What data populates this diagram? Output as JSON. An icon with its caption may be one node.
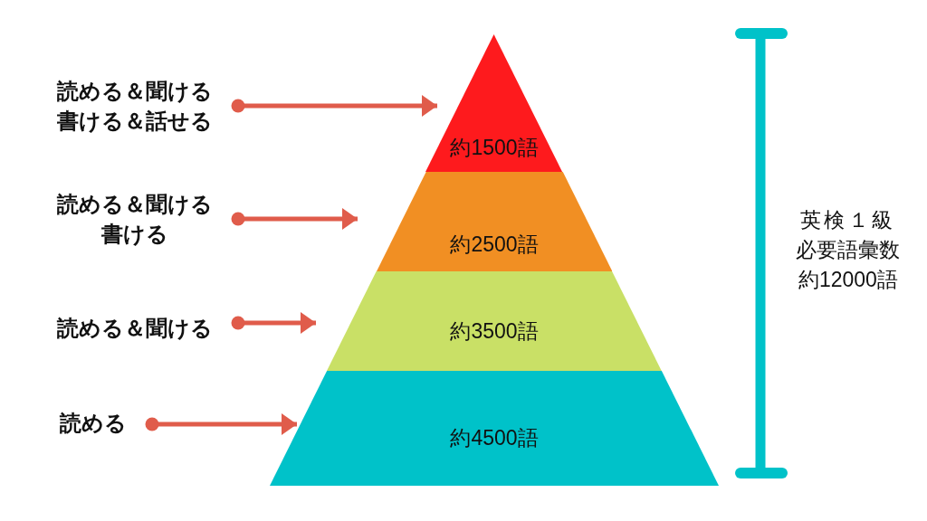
{
  "diagram": {
    "nodes": [
      {
        "text": [
          "読める＆聞ける書ける＆話せる"
        ]
      },
      {
        "text": [
          "読める＆聞ける書ける"
        ]
      },
      {
        "text": [
          "読める＆聞ける"
        ]
      },
      {
        "text": [
          "読める"
        ]
      },
      {
        "text": [
          "約1500語"
        ]
      },
      {
        "text": [
          "約2500語"
        ]
      },
      {
        "text": [
          "約3500語"
        ]
      },
      {
        "text": [
          "約4500語"
        ]
      }
    ],
    "edges": [
      {
        "from": 0,
        "to": 4,
        "arrow": "to"
      },
      {
        "from": 1,
        "to": 5,
        "arrow": "to"
      },
      {
        "from": 2,
        "to": 6,
        "arrow": "to"
      },
      {
        "from": 3,
        "to": 7,
        "arrow": "to"
      }
    ],
    "labels": [
      "英検１級必要語彙数約12000語"
    ]
  }
}
